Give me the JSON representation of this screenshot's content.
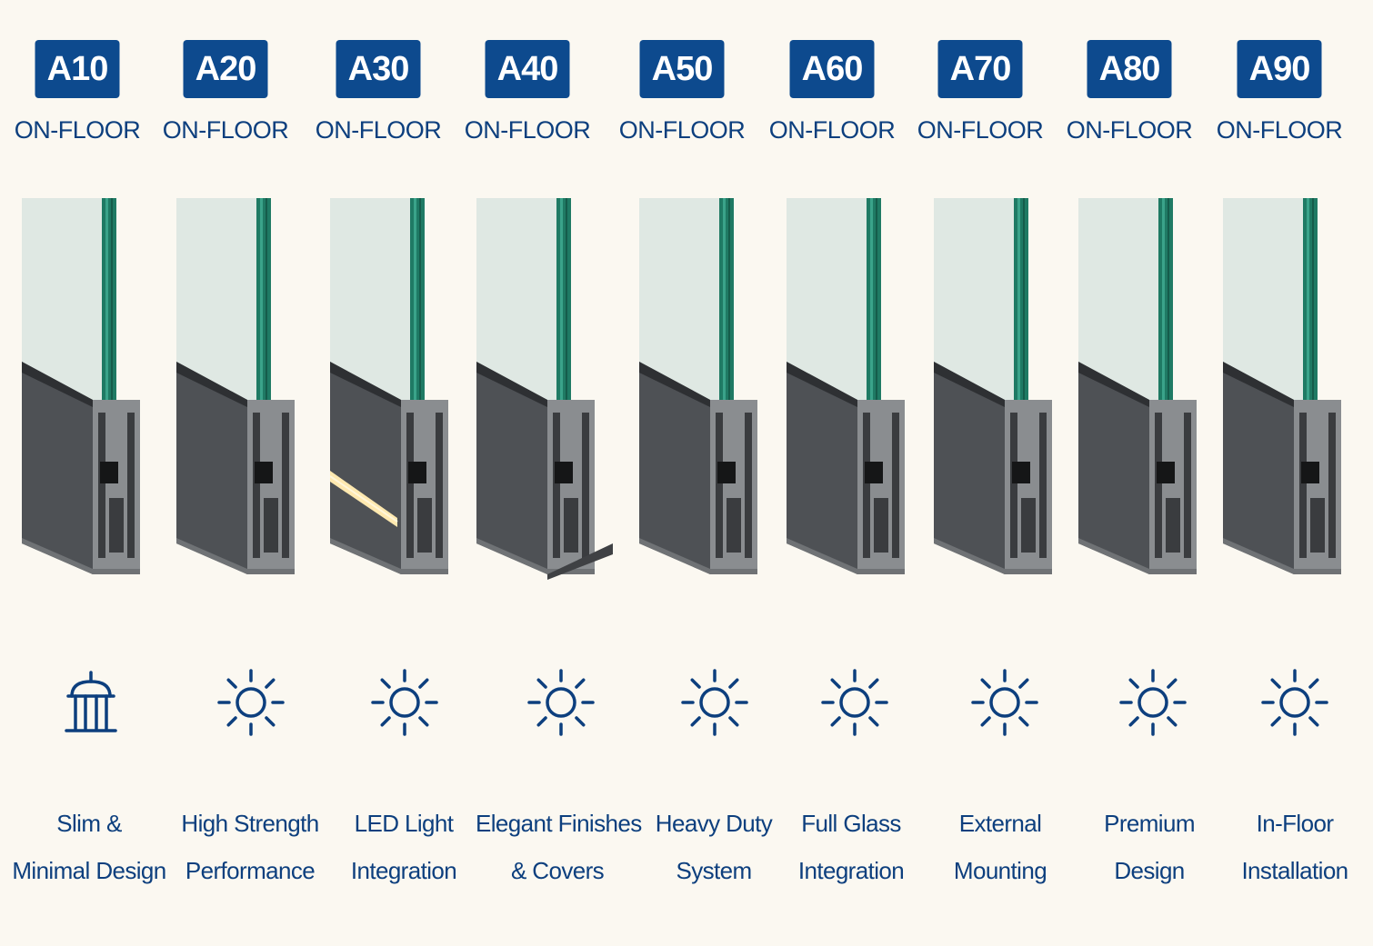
{
  "products": [
    {
      "code": "A10",
      "mount": "ON-FLOOR",
      "icon": "building-icon",
      "feature_line1": "Slim &",
      "feature_line2": "Minimal Design"
    },
    {
      "code": "A20",
      "mount": "ON-FLOOR",
      "icon": "sun-icon",
      "feature_line1": "High Strength",
      "feature_line2": "Performance"
    },
    {
      "code": "A30",
      "mount": "ON-FLOOR",
      "icon": "sun-icon",
      "feature_line1": "LED Light",
      "feature_line2": "Integration"
    },
    {
      "code": "A40",
      "mount": "ON-FLOOR",
      "icon": "sun-icon",
      "feature_line1": "Elegant Finishes",
      "feature_line2": "& Covers"
    },
    {
      "code": "A50",
      "mount": "ON-FLOOR",
      "icon": "sun-icon",
      "feature_line1": "Heavy Duty",
      "feature_line2": "System"
    },
    {
      "code": "A60",
      "mount": "ON-FLOOR",
      "icon": "sun-icon",
      "feature_line1": "Full Glass",
      "feature_line2": "Integration"
    },
    {
      "code": "A70",
      "mount": "ON-FLOOR",
      "icon": "sun-icon",
      "feature_line1": "External",
      "feature_line2": "Mounting"
    },
    {
      "code": "A80",
      "mount": "ON-FLOOR",
      "icon": "sun-icon",
      "feature_line1": "Premium",
      "feature_line2": "Design"
    },
    {
      "code": "A90",
      "mount": "ON-FLOOR",
      "icon": "sun-icon",
      "feature_line1": "In-Floor",
      "feature_line2": "Installation"
    }
  ],
  "colors": {
    "badge": "#0d4a8e",
    "text": "#0d3f7e",
    "background": "#fbf8f1",
    "glass_edge": "#1f7a64",
    "aluminum": "#4e5155"
  }
}
